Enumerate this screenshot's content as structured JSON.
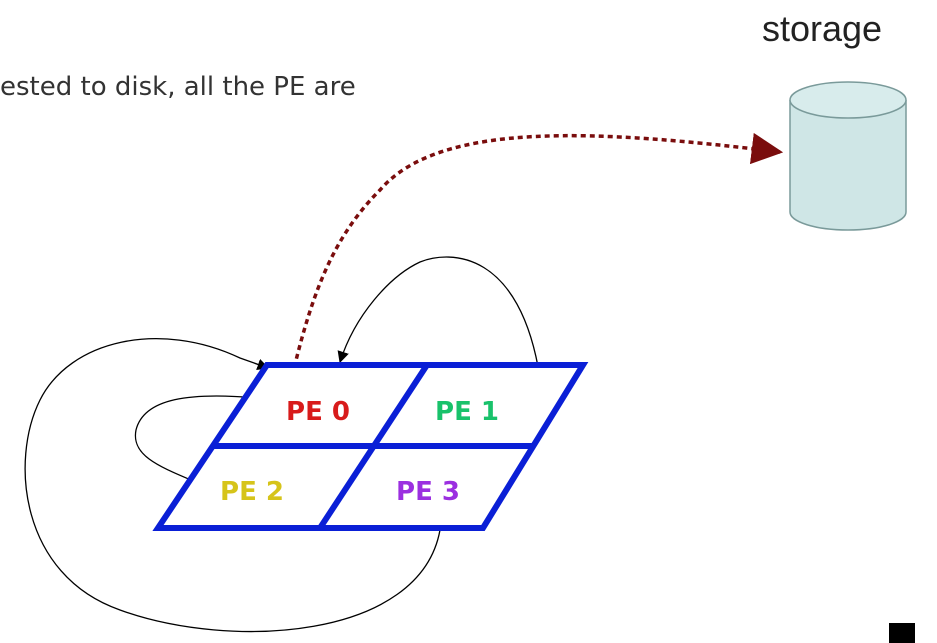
{
  "caption": "ested to disk, all the PE are",
  "storage": {
    "label": "storage",
    "fill_color": "#cfe6e6",
    "stroke_color": "#7a9a9a"
  },
  "grid": {
    "border_color": "#0a1fd6",
    "cells": [
      {
        "label": "PE 0",
        "color": "#d81b1b"
      },
      {
        "label": "PE 1",
        "color": "#19c26b"
      },
      {
        "label": "PE 2",
        "color": "#d6c41a"
      },
      {
        "label": "PE 3",
        "color": "#9b2fe0"
      }
    ]
  },
  "disk_link_color": "#7a0d0d",
  "curve_color": "#000000"
}
